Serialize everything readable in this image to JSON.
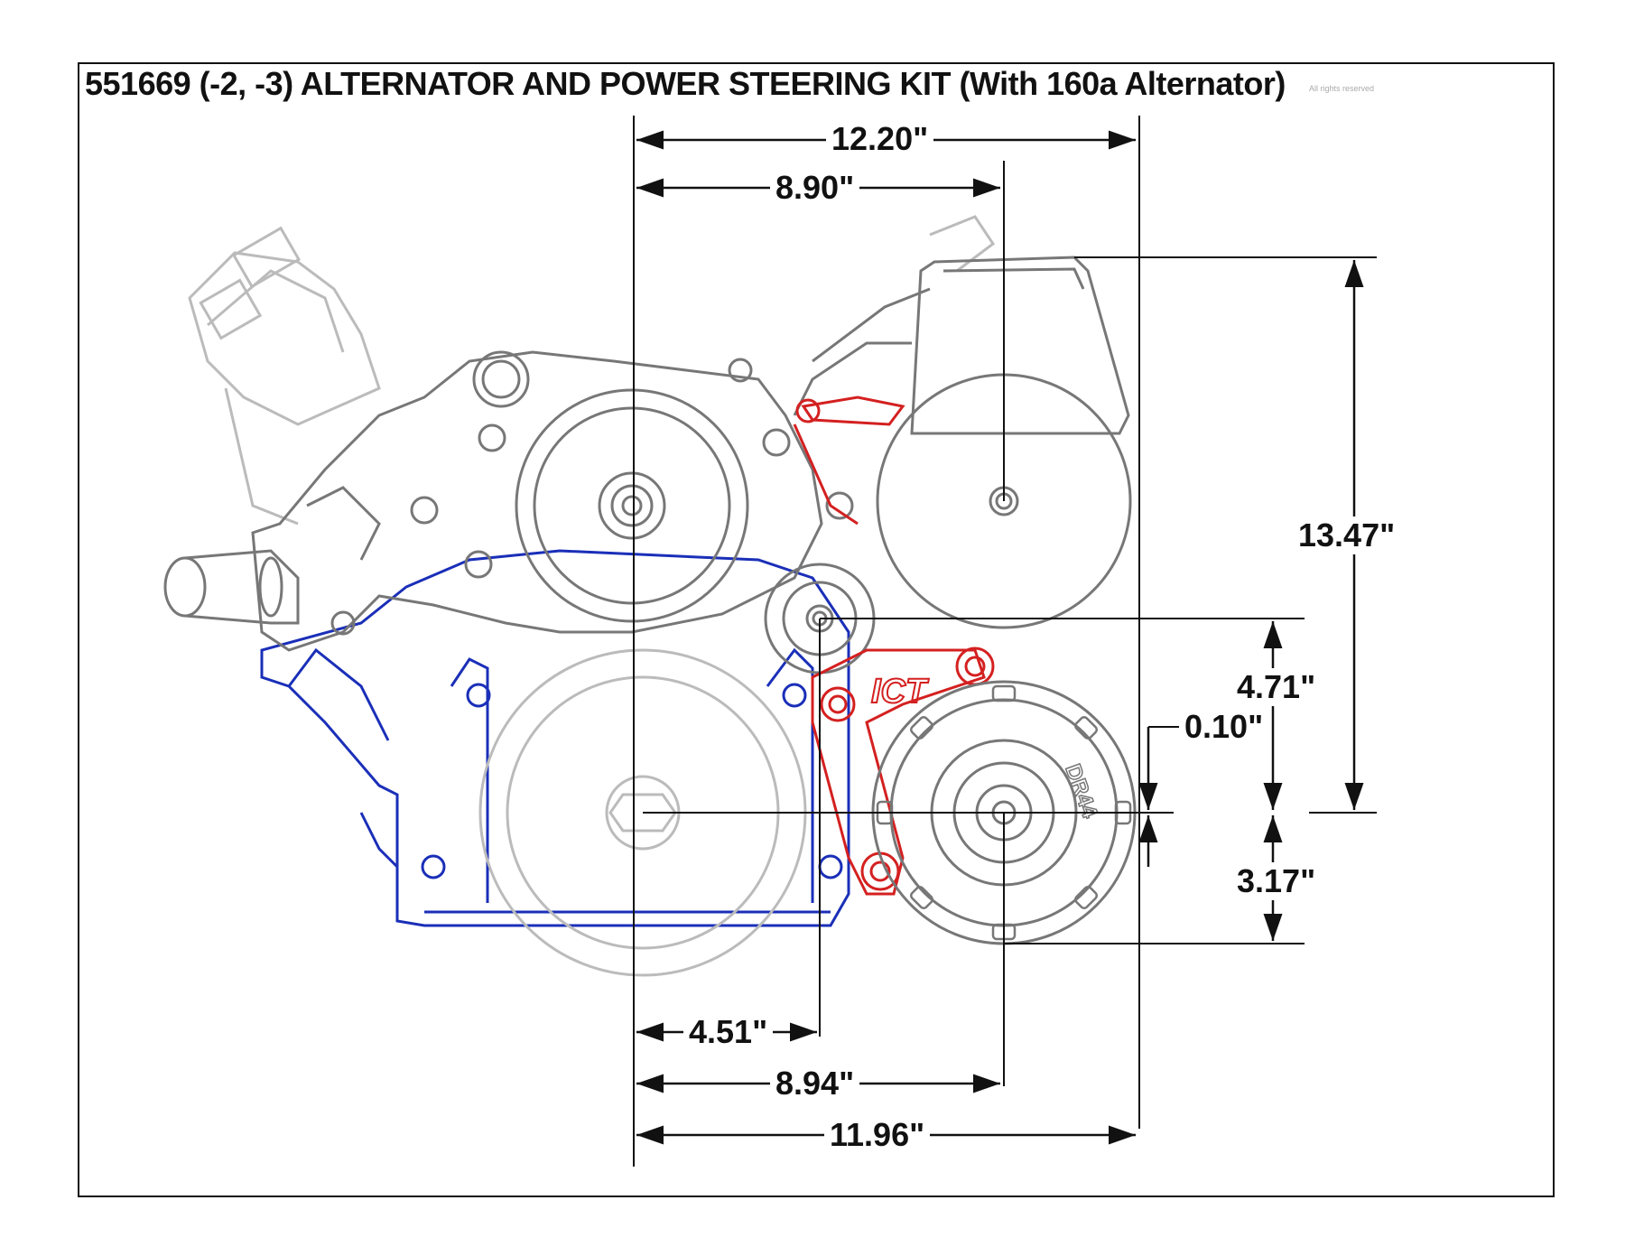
{
  "title": "551669 (-2, -3) ALTERNATOR AND POWER STEERING KIT (With 160a Alternator)",
  "watermark": "All rights reserved",
  "logo_text": "ICT",
  "alternator_label": "DR44",
  "colors": {
    "line": "#111111",
    "engine_gray": "#777777",
    "bracket_red": "#d42020",
    "block_blue": "#1a2fb8"
  },
  "dimensions": {
    "top_overall": "12.20\"",
    "top_ps_pulley": "8.90\"",
    "right_height": "13.47\"",
    "right_idler": "4.71\"",
    "right_offset": "0.10\"",
    "right_below": "3.17\"",
    "bottom_idler": "4.51\"",
    "bottom_alt_center": "8.94\"",
    "bottom_overall": "11.96\""
  }
}
